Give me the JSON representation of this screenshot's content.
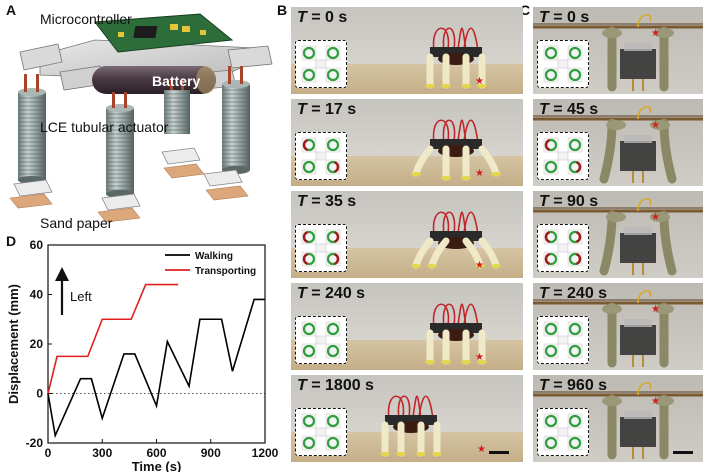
{
  "panels": {
    "a": {
      "letter": "A",
      "labels": {
        "microcontroller": "Microcontroller",
        "battery": "Battery",
        "actuator": "LCE tubular actuator",
        "sandpaper": "Sand paper"
      }
    },
    "b": {
      "letter": "B",
      "frames": [
        {
          "t": "0 s",
          "bends": [
            0,
            0,
            0,
            0
          ]
        },
        {
          "t": "17 s",
          "bends": [
            1,
            0,
            0,
            1
          ]
        },
        {
          "t": "35 s",
          "bends": [
            1,
            1,
            1,
            1
          ]
        },
        {
          "t": "240 s",
          "bends": [
            0,
            0,
            0,
            0
          ]
        },
        {
          "t": "1800 s",
          "bends": [
            0,
            0,
            0,
            0
          ]
        }
      ]
    },
    "c": {
      "letter": "C",
      "frames": [
        {
          "t": "0 s",
          "bends": [
            0,
            0,
            0,
            0
          ]
        },
        {
          "t": "45 s",
          "bends": [
            1,
            0,
            0,
            1
          ]
        },
        {
          "t": "90 s",
          "bends": [
            1,
            1,
            1,
            1
          ]
        },
        {
          "t": "240 s",
          "bends": [
            0,
            0,
            0,
            0
          ]
        },
        {
          "t": "960 s",
          "bends": [
            0,
            0,
            0,
            0
          ]
        }
      ]
    },
    "d": {
      "letter": "D",
      "annotation": "Left"
    }
  },
  "time_prefix": "T",
  "time_equals": " = ",
  "colors": {
    "green": "#2e9e3e",
    "red": "#a01c1c",
    "walking": "#000000",
    "transporting": "#e01f1f",
    "leg": "#efe9c8",
    "wire": "#c0262c",
    "pcb": "#2c6d3a"
  },
  "chart_data": {
    "type": "line",
    "xlabel": "Time (s)",
    "ylabel": "Displacement (mm)",
    "xlim": [
      0,
      1200
    ],
    "ylim": [
      -20,
      60
    ],
    "xticks": [
      0,
      300,
      600,
      900,
      1200
    ],
    "yticks": [
      -20,
      0,
      20,
      40,
      60
    ],
    "legend_position": "top-right",
    "zero_line": "dotted",
    "series": [
      {
        "name": "Walking",
        "color": "#000000",
        "x": [
          0,
          40,
          180,
          240,
          300,
          420,
          480,
          600,
          660,
          780,
          840,
          960,
          1020,
          1140,
          1200
        ],
        "y": [
          0,
          -17,
          6,
          6,
          -10,
          16,
          16,
          -5,
          21,
          3,
          30,
          30,
          9,
          38,
          38
        ]
      },
      {
        "name": "Transporting",
        "color": "#e01f1f",
        "x": [
          0,
          50,
          220,
          300,
          460,
          540,
          630,
          720
        ],
        "y": [
          0,
          15,
          15,
          30,
          30,
          44,
          44,
          44
        ]
      }
    ]
  }
}
